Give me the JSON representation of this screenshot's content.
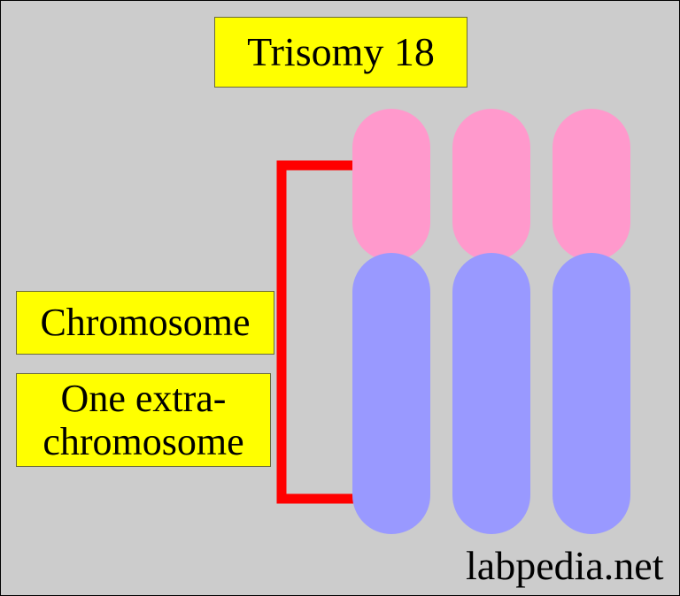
{
  "title": "Trisomy 18",
  "labels": {
    "chromosome": "Chromosome",
    "extra_line1": "One extra-",
    "extra_line2": "chromosome"
  },
  "watermark": "labpedia.net",
  "colors": {
    "background": "#cccccc",
    "label_box": "#ffff00",
    "chromatid_short_arm": "#ff99cc",
    "chromatid_long_arm": "#9999ff",
    "bracket": "#ff0000"
  },
  "chromosome_count": 3
}
